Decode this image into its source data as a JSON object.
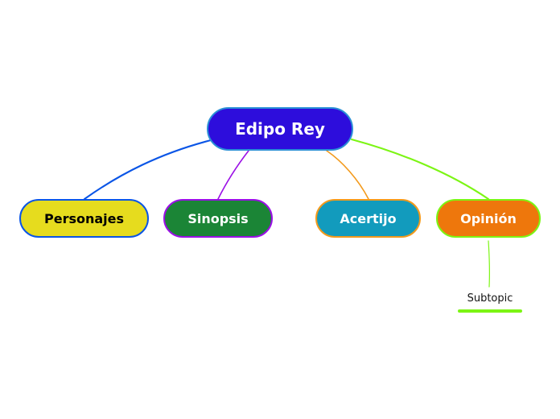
{
  "central": {
    "label": "Edipo Rey",
    "fill": "#2d0ddc",
    "border": "#2a8fd6",
    "text_color": "#ffffff"
  },
  "topics": [
    {
      "label": "Personajes",
      "fill": "#e6dc1e",
      "border": "#0a55e6",
      "text_color": "#000000",
      "line_color": "#0a55e6"
    },
    {
      "label": "Sinopsis",
      "fill": "#1b8536",
      "border": "#9b10e6",
      "text_color": "#ffffff",
      "line_color": "#9b10e6"
    },
    {
      "label": "Acertijo",
      "fill": "#129bbd",
      "border": "#f39a1c",
      "text_color": "#ffffff",
      "line_color": "#f39a1c"
    },
    {
      "label": "Opinión",
      "fill": "#ee770c",
      "border": "#7cf514",
      "text_color": "#ffffff",
      "line_color": "#7cf514"
    }
  ],
  "subtopics": [
    {
      "label": "Subtopic",
      "parent": "Opinión",
      "underline_color": "#7cf514",
      "line_color": "#7cf514",
      "text_color": "#111111"
    }
  ]
}
